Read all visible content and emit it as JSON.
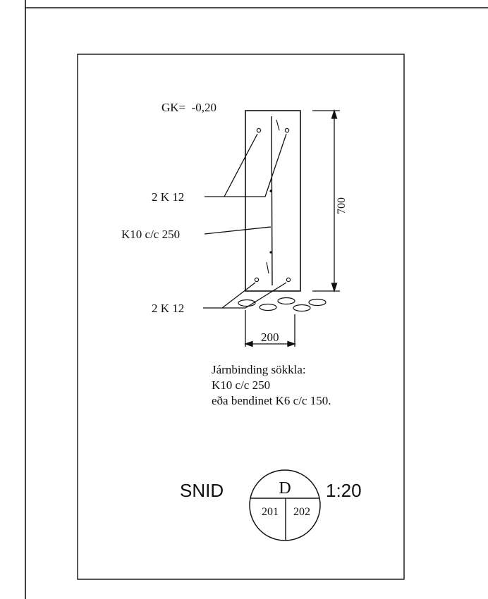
{
  "labels": {
    "ground_level": "GK=  -0,20",
    "top_bars": "2 K 12",
    "stirrups": "K10 c/c 250",
    "bottom_bars": "2 K 12",
    "dim_height": "700",
    "dim_width": "200"
  },
  "note": {
    "line1": "Járnbinding sökkla:",
    "line2": "K10 c/c 250",
    "line3": "eða bendinet K6 c/c 150."
  },
  "section_marker": {
    "prefix": "SNID",
    "letter": "D",
    "sheet_left": "201",
    "sheet_right": "202",
    "scale": "1:20"
  }
}
